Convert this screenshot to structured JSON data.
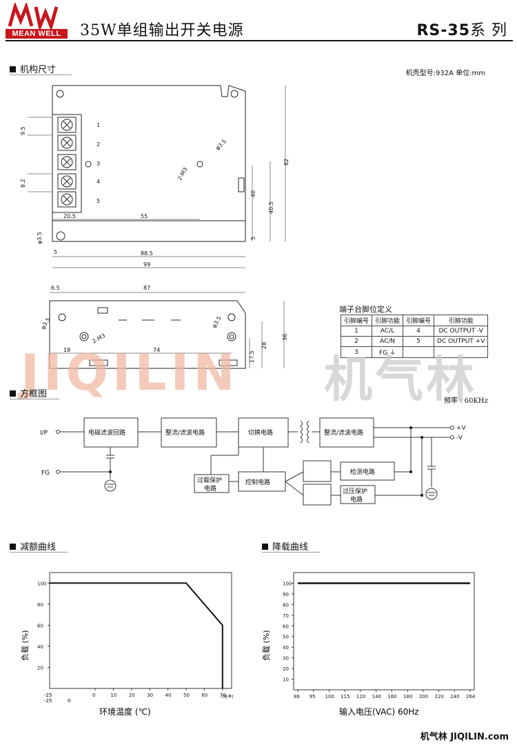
{
  "header": {
    "brand_mark": "MW",
    "brand_name": "MEAN WELL",
    "title": "35W单组输出开关电源",
    "series": "RS-35",
    "series_suffix": "系 列"
  },
  "sections": {
    "dimensions": "机构尺寸",
    "block": "方框图",
    "derating": "减额曲线",
    "load": "降载曲线"
  },
  "case_info": "机壳型号:932A 单位:mm",
  "dims_top": {
    "terminal_numbers": [
      "1",
      "2",
      "3",
      "4",
      "5"
    ],
    "d_9_5": "9.5",
    "d_8_2": "8.2",
    "d_20_5": "20.5",
    "d_55": "55",
    "d_88_5": "88.5",
    "d_99": "99",
    "d_5a": "5",
    "d_5b": "5",
    "d_40": "40",
    "d_40_5": "40.5",
    "d_82": "82",
    "hole_a": "φ3.5",
    "hole_b": "φ3.5",
    "m3": "2-M3"
  },
  "dims_side": {
    "d_6_5": "6.5",
    "d_87": "87",
    "d_18": "18",
    "d_74": "74",
    "d_17_5": "17.5",
    "d_28": "28",
    "d_36": "36",
    "hole_a": "φ3.5",
    "hole_b": "φ3.5",
    "m3": "2-M3"
  },
  "pin_table": {
    "title": "端子台脚位定义",
    "headers": [
      "引脚编号",
      "引脚功能",
      "引脚编号",
      "引脚功能"
    ],
    "rows": [
      [
        "1",
        "AC/L",
        "4",
        "DC OUTPUT -V"
      ],
      [
        "2",
        "AC/N",
        "5",
        "DC OUTPUT +V"
      ],
      [
        "3",
        "FG ⏚",
        "",
        ""
      ]
    ]
  },
  "frequency": "频率 : 60KHz",
  "block_diagram": {
    "ip": "I/P",
    "fg": "FG",
    "emi": "电磁滤波回路",
    "rect1": "整流/滤波电路",
    "switch": "切换电路",
    "rect2": "整流/滤波电路",
    "ocp1": "过载保护",
    "ocp2": "电路",
    "control": "控制电路",
    "detect": "检测电路",
    "ovp1": "过压保护",
    "ovp2": "电路",
    "vplus": "+V",
    "vminus": "-V"
  },
  "derating_chart": {
    "ylabel": "负载 (%)",
    "xlabel": "环境温度 (℃)",
    "xunit": "(水平)",
    "yticks": [
      "100",
      "80",
      "60",
      "40",
      "20"
    ],
    "xticks": [
      "0",
      "10",
      "20",
      "30",
      "40",
      "50",
      "60",
      "70"
    ],
    "xmin_labels": [
      "-25",
      "-25",
      "0"
    ]
  },
  "load_chart": {
    "ylabel": "负载 (%)",
    "xlabel": "输入电压(VAC) 60Hz",
    "yticks": [
      "100",
      "90",
      "80",
      "70",
      "60",
      "50",
      "40",
      "30",
      "20",
      "10"
    ],
    "xticks": [
      "88",
      "95",
      "100",
      "115",
      "120",
      "140",
      "160",
      "180",
      "200",
      "220",
      "240",
      "264"
    ]
  },
  "chart_data": [
    {
      "type": "line",
      "xlabel": "环境温度 (℃)",
      "ylabel": "负载 (%)",
      "x": [
        -25,
        50,
        70,
        70
      ],
      "y": [
        100,
        100,
        60,
        0
      ],
      "xlim": [
        -25,
        75
      ],
      "ylim": [
        0,
        110
      ]
    },
    {
      "type": "line",
      "xlabel": "输入电压(VAC) 60Hz",
      "ylabel": "负载 (%)",
      "x": [
        88,
        264
      ],
      "y": [
        100,
        100
      ],
      "xlim": [
        88,
        264
      ],
      "ylim": [
        0,
        110
      ]
    }
  ],
  "watermark": {
    "latin": "JIQILIN",
    "cn": "机气林"
  },
  "footer": {
    "cn": "机气林",
    "url": "JIQILIN.com"
  },
  "colors": {
    "brand_red": "#c8161d",
    "watermark": "#f1b9a3"
  }
}
